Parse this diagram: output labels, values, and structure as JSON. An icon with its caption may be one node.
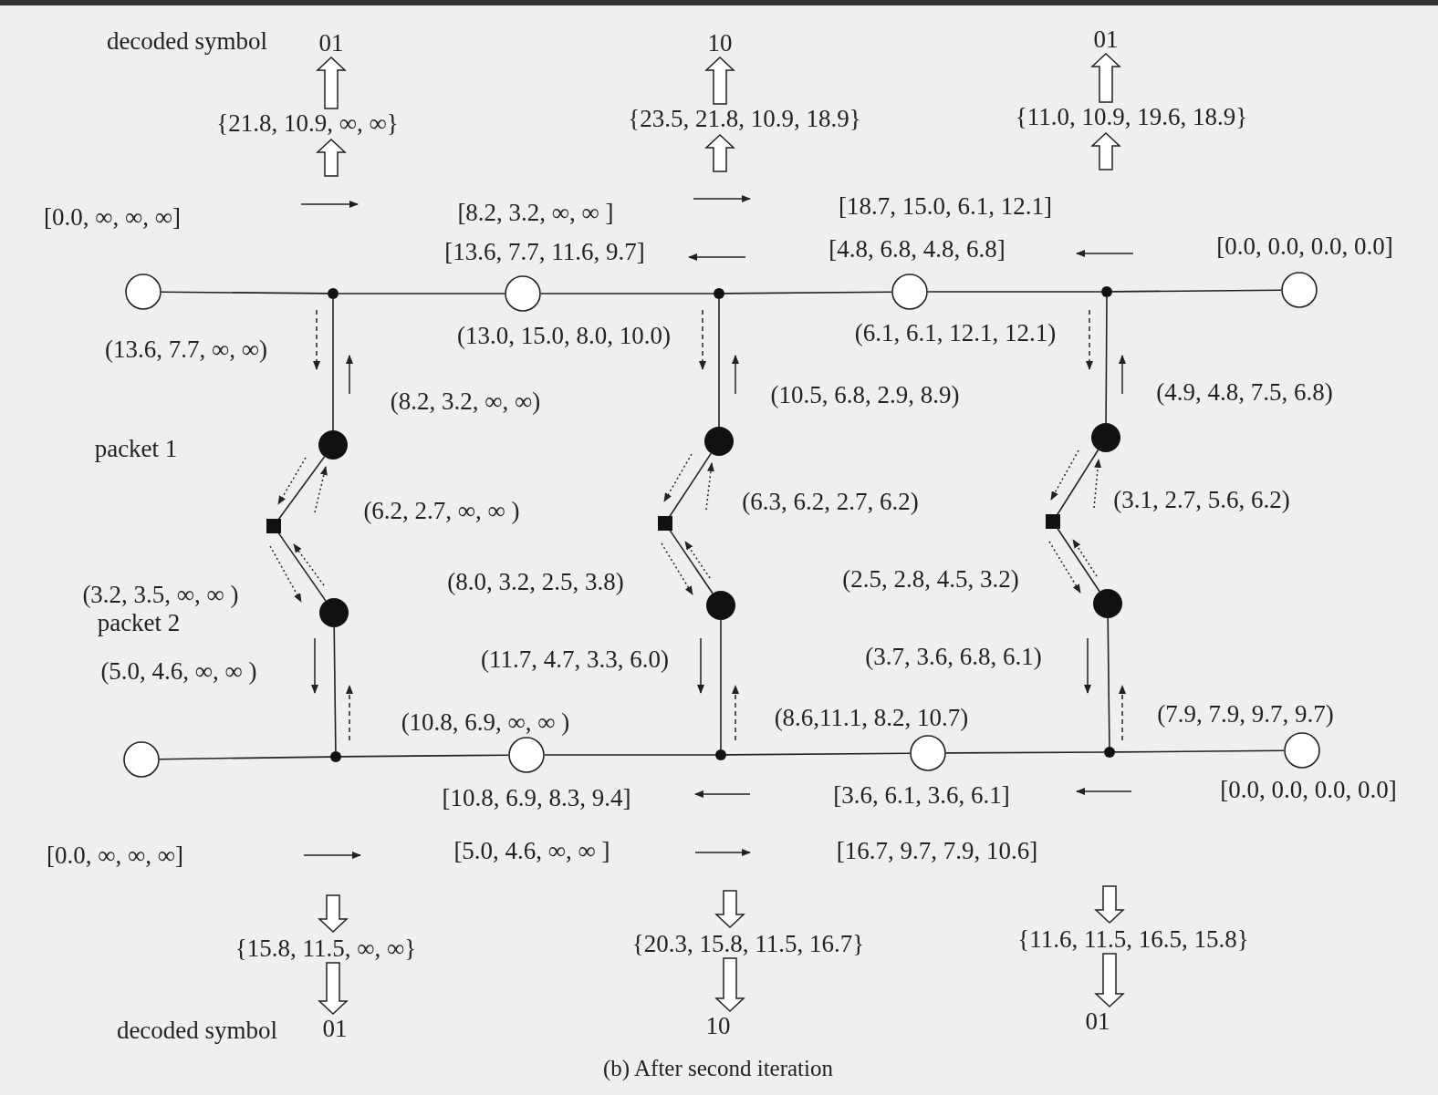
{
  "diagram": {
    "caption": "(b) After second iteration",
    "nodes": [
      {
        "text": [
          "01"
        ]
      },
      {
        "text": [
          "10"
        ]
      },
      {
        "text": [
          "01"
        ]
      },
      {
        "text": [
          "{21.8, 10.9, ∞, ∞}"
        ]
      },
      {
        "text": [
          "{23.5, 21.8, 10.9, 18.9}"
        ]
      },
      {
        "text": [
          "{11.0, 10.9, 19.6, 18.9}"
        ]
      },
      {
        "text": [],
        "shape": "circle"
      },
      {
        "text": [],
        "shape": "dot"
      },
      {
        "text": [],
        "shape": "circle"
      },
      {
        "text": [],
        "shape": "dot"
      },
      {
        "text": [],
        "shape": "circle"
      },
      {
        "text": [],
        "shape": "dot"
      },
      {
        "text": [],
        "shape": "circle"
      },
      {
        "text": [],
        "shape": "disc"
      },
      {
        "text": [],
        "shape": "disc"
      },
      {
        "text": [],
        "shape": "disc"
      },
      {
        "text": [],
        "shape": "square"
      },
      {
        "text": [],
        "shape": "square"
      },
      {
        "text": [],
        "shape": "square"
      },
      {
        "text": [],
        "shape": "disc"
      },
      {
        "text": [],
        "shape": "disc"
      },
      {
        "text": [],
        "shape": "disc"
      },
      {
        "text": [],
        "shape": "circle"
      },
      {
        "text": [],
        "shape": "dot"
      },
      {
        "text": [],
        "shape": "circle"
      },
      {
        "text": [],
        "shape": "dot"
      },
      {
        "text": [],
        "shape": "circle"
      },
      {
        "text": [],
        "shape": "dot"
      },
      {
        "text": [],
        "shape": "circle"
      },
      {
        "text": [
          "{15.8, 11.5, ∞, ∞}"
        ]
      },
      {
        "text": [
          "{20.3, 15.8, 11.5, 16.7}"
        ]
      },
      {
        "text": [
          "{11.6, 11.5, 16.5, 15.8}"
        ]
      },
      {
        "text": [
          "01"
        ]
      },
      {
        "text": [
          "10"
        ]
      },
      {
        "text": [
          "01"
        ]
      }
    ],
    "edges": [
      {
        "from": null,
        "to": 3,
        "arrow": "to"
      },
      {
        "from": 3,
        "to": 0,
        "arrow": "to"
      },
      {
        "from": null,
        "to": 4,
        "arrow": "to"
      },
      {
        "from": 4,
        "to": 1,
        "arrow": "to"
      },
      {
        "from": null,
        "to": 5,
        "arrow": "to"
      },
      {
        "from": 5,
        "to": 2,
        "arrow": "to"
      },
      {
        "from": 6,
        "to": 7,
        "arrow": "none"
      },
      {
        "from": 7,
        "to": 8,
        "arrow": "none"
      },
      {
        "from": 8,
        "to": 9,
        "arrow": "none"
      },
      {
        "from": 9,
        "to": 10,
        "arrow": "none"
      },
      {
        "from": 10,
        "to": 11,
        "arrow": "none"
      },
      {
        "from": 11,
        "to": 12,
        "arrow": "none"
      },
      {
        "from": 7,
        "to": 13,
        "arrow": "none"
      },
      {
        "from": 13,
        "to": 16,
        "arrow": "none"
      },
      {
        "from": 16,
        "to": 19,
        "arrow": "none"
      },
      {
        "from": 19,
        "to": 23,
        "arrow": "none"
      },
      {
        "from": 9,
        "to": 14,
        "arrow": "none"
      },
      {
        "from": 14,
        "to": 17,
        "arrow": "none"
      },
      {
        "from": 17,
        "to": 20,
        "arrow": "none"
      },
      {
        "from": 20,
        "to": 25,
        "arrow": "none"
      },
      {
        "from": 11,
        "to": 15,
        "arrow": "none"
      },
      {
        "from": 15,
        "to": 18,
        "arrow": "none"
      },
      {
        "from": 18,
        "to": 21,
        "arrow": "none"
      },
      {
        "from": 21,
        "to": 27,
        "arrow": "none"
      },
      {
        "from": 22,
        "to": 23,
        "arrow": "none"
      },
      {
        "from": 23,
        "to": 24,
        "arrow": "none"
      },
      {
        "from": 24,
        "to": 25,
        "arrow": "none"
      },
      {
        "from": 25,
        "to": 26,
        "arrow": "none"
      },
      {
        "from": 26,
        "to": 27,
        "arrow": "none"
      },
      {
        "from": 27,
        "to": 28,
        "arrow": "none"
      },
      {
        "from": null,
        "to": 29,
        "arrow": "to"
      },
      {
        "from": 29,
        "to": 32,
        "arrow": "to"
      },
      {
        "from": null,
        "to": 30,
        "arrow": "to"
      },
      {
        "from": 30,
        "to": 33,
        "arrow": "to"
      },
      {
        "from": null,
        "to": 31,
        "arrow": "to"
      },
      {
        "from": 31,
        "to": 34,
        "arrow": "to"
      }
    ],
    "labels": [
      "decoded symbol",
      "[0.0, ∞, ∞, ∞]",
      "[8.2, 3.2, ∞, ∞ ]",
      "[18.7, 15.0, 6.1, 12.1]",
      "[13.6, 7.7, 11.6, 9.7]",
      "[4.8, 6.8, 4.8, 6.8]",
      "[0.0, 0.0, 0.0, 0.0]",
      "(13.6, 7.7, ∞, ∞)",
      "(13.0, 15.0, 8.0, 10.0)",
      "(6.1, 6.1, 12.1, 12.1)",
      "(8.2, 3.2, ∞, ∞)",
      "(10.5, 6.8, 2.9, 8.9)",
      "(4.9, 4.8, 7.5, 6.8)",
      "packet 1",
      "(6.2, 2.7, ∞, ∞ )",
      "(6.3, 6.2, 2.7, 6.2)",
      "(3.1, 2.7, 5.6, 6.2)",
      "(8.0, 3.2, 2.5, 3.8)",
      "(2.5, 2.8, 4.5, 3.2)",
      "(3.2, 3.5, ∞, ∞ )",
      "packet 2",
      "(11.7, 4.7, 3.3, 6.0)",
      "(3.7, 3.6, 6.8, 6.1)",
      "(5.0, 4.6, ∞, ∞ )",
      "(10.8, 6.9, ∞, ∞ )",
      "(8.6,11.1, 8.2, 10.7)",
      "(7.9, 7.9, 9.7, 9.7)",
      "[10.8, 6.9, 8.3, 9.4]",
      "[3.6, 6.1, 3.6, 6.1]",
      "[0.0, 0.0, 0.0, 0.0]",
      "[0.0, ∞, ∞, ∞]",
      "[5.0, 4.6, ∞, ∞ ]",
      "[16.7, 9.7, 7.9, 10.6]",
      "decoded symbol"
    ]
  }
}
